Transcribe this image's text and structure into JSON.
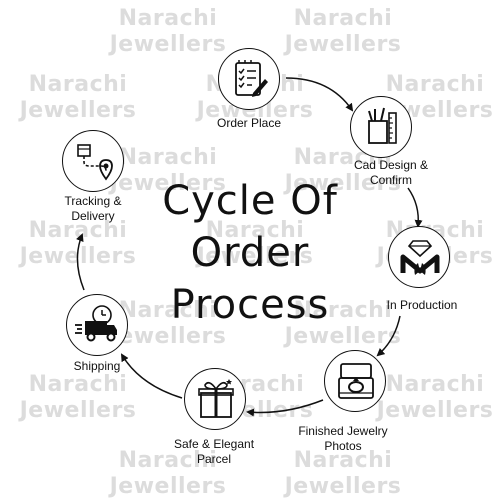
{
  "watermark": {
    "line1": "Narachi",
    "line2": "Jewellers"
  },
  "title": {
    "line1": "Cycle Of",
    "line2": "Order",
    "line3": "Process"
  },
  "steps": [
    {
      "label": "Order Place",
      "icon": "checklist-icon"
    },
    {
      "label": "Cad Design &\nConfirm",
      "icon": "design-tools-icon"
    },
    {
      "label": "In Production",
      "icon": "diamond-production-icon"
    },
    {
      "label": "Finished Jewelry\nPhotos",
      "icon": "ring-box-icon"
    },
    {
      "label": "Safe & Elegant\nParcel",
      "icon": "gift-parcel-icon"
    },
    {
      "label": "Shipping",
      "icon": "delivery-truck-icon"
    },
    {
      "label": "Tracking &\nDelivery",
      "icon": "tracking-route-icon"
    }
  ],
  "colors": {
    "ink": "#111111",
    "watermark": "#dcdcdc",
    "background": "#ffffff"
  }
}
